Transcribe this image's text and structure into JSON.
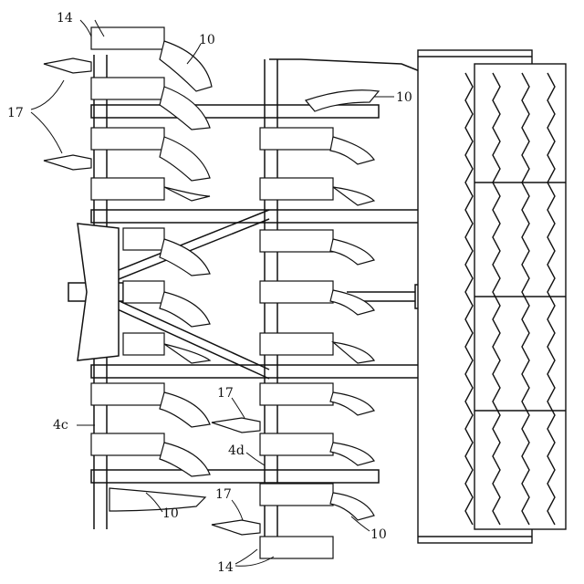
{
  "figure": {
    "labels": {
      "disc_ref": "10",
      "bearing_ref": "14",
      "tine_ref": "17",
      "frame_left_ref": "4c",
      "frame_right_ref": "4d"
    }
  }
}
